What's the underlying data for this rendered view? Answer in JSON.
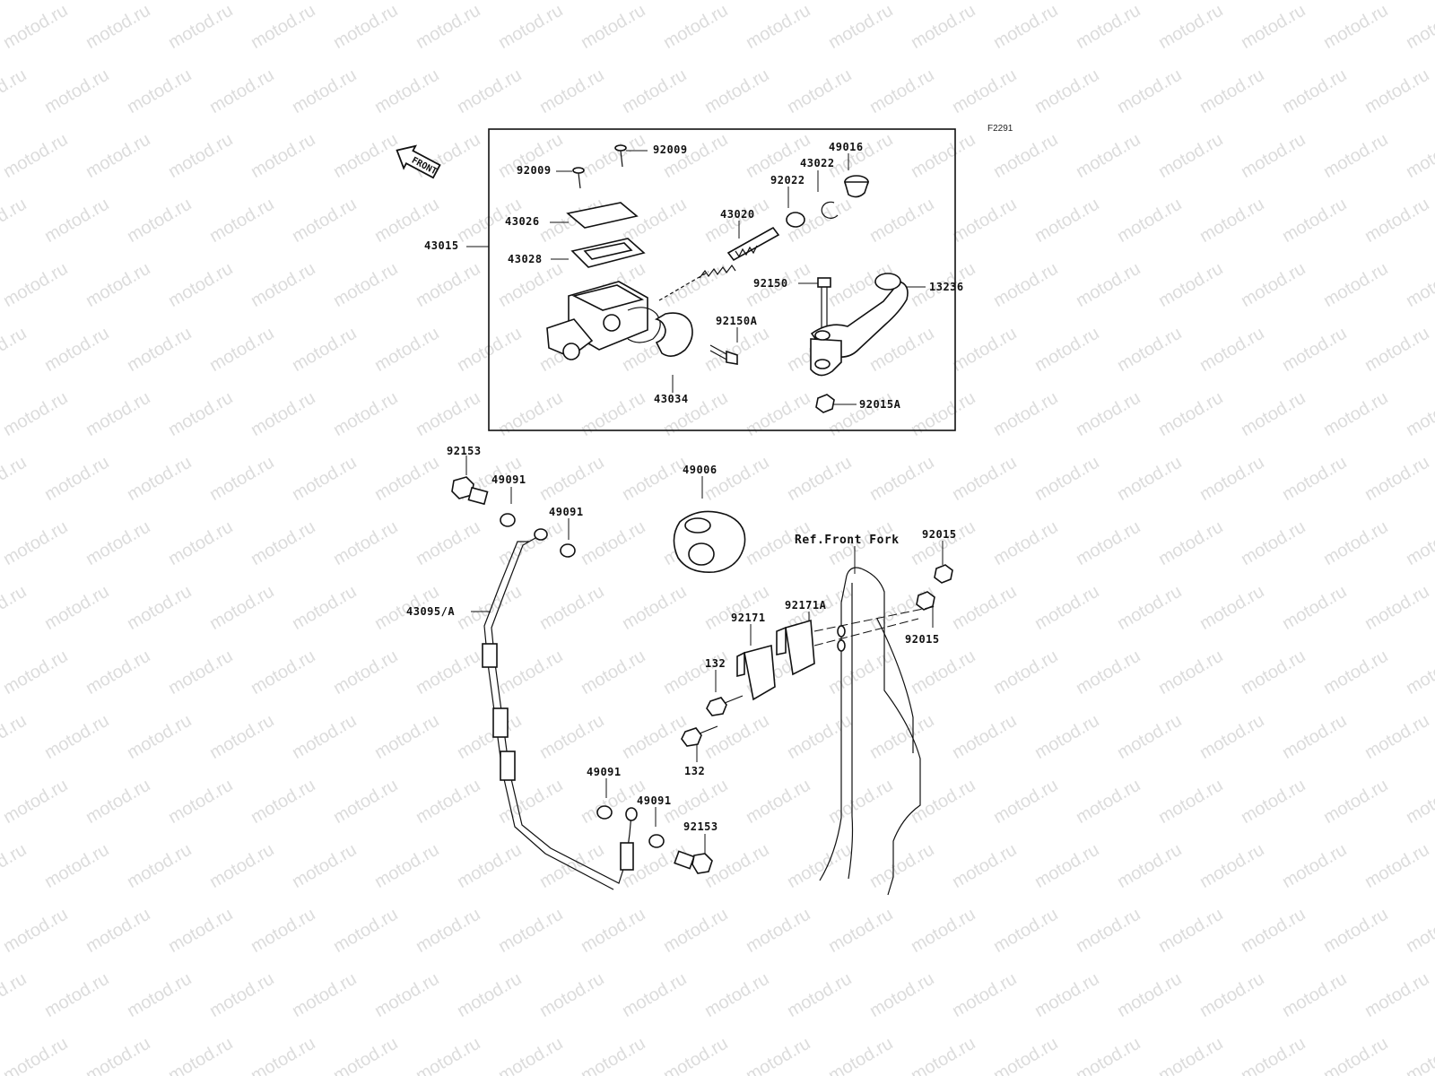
{
  "watermark": {
    "text": "motod.ru",
    "color": "#dcdcdc"
  },
  "figure_code": "F2291",
  "front_arrow": {
    "label": "FRONT",
    "icon": "front-arrow-icon"
  },
  "callouts": [
    {
      "id": "c-92009-a",
      "label": "92009"
    },
    {
      "id": "c-92009-b",
      "label": "92009"
    },
    {
      "id": "c-43026",
      "label": "43026"
    },
    {
      "id": "c-43015",
      "label": "43015"
    },
    {
      "id": "c-43028",
      "label": "43028"
    },
    {
      "id": "c-43020",
      "label": "43020"
    },
    {
      "id": "c-92022",
      "label": "92022"
    },
    {
      "id": "c-43022",
      "label": "43022"
    },
    {
      "id": "c-49016",
      "label": "49016"
    },
    {
      "id": "c-92150",
      "label": "92150"
    },
    {
      "id": "c-13236",
      "label": "13236"
    },
    {
      "id": "c-92150A",
      "label": "92150A"
    },
    {
      "id": "c-43034",
      "label": "43034"
    },
    {
      "id": "c-92015A",
      "label": "92015A"
    },
    {
      "id": "c-92153-a",
      "label": "92153"
    },
    {
      "id": "c-49091-a",
      "label": "49091"
    },
    {
      "id": "c-49091-b",
      "label": "49091"
    },
    {
      "id": "c-49006",
      "label": "49006"
    },
    {
      "id": "c-ref",
      "label": "Ref.Front Fork"
    },
    {
      "id": "c-92015-a",
      "label": "92015"
    },
    {
      "id": "c-43095",
      "label": "43095/A"
    },
    {
      "id": "c-92171A",
      "label": "92171A"
    },
    {
      "id": "c-92171",
      "label": "92171"
    },
    {
      "id": "c-92015-b",
      "label": "92015"
    },
    {
      "id": "c-132-a",
      "label": "132"
    },
    {
      "id": "c-132-b",
      "label": "132"
    },
    {
      "id": "c-49091-c",
      "label": "49091"
    },
    {
      "id": "c-49091-d",
      "label": "49091"
    },
    {
      "id": "c-92153-b",
      "label": "92153"
    }
  ]
}
